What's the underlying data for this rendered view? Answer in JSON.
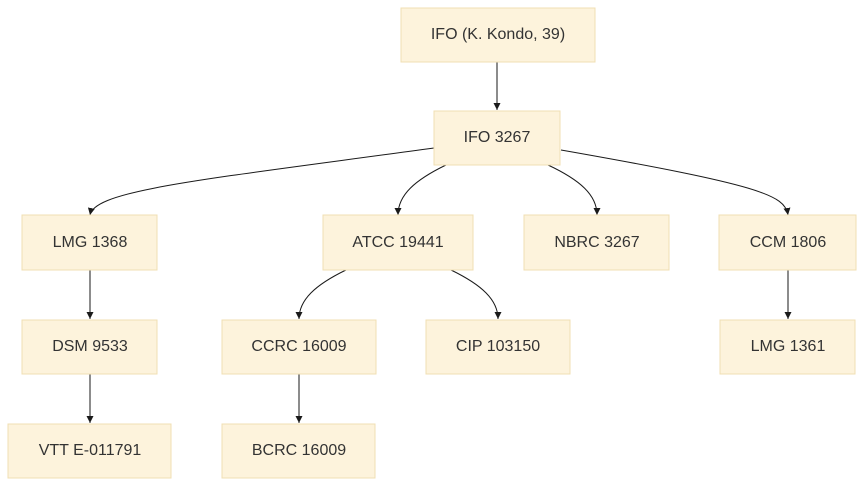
{
  "diagram": {
    "nodes": {
      "ifo_kondo": "IFO (K. Kondo, 39)",
      "ifo_3267": "IFO 3267",
      "lmg_1368": "LMG 1368",
      "atcc_19441": "ATCC 19441",
      "nbrc_3267": "NBRC 3267",
      "ccm_1806": "CCM 1806",
      "dsm_9533": "DSM 9533",
      "ccrc_16009": "CCRC 16009",
      "cip_103150": "CIP 103150",
      "lmg_1361": "LMG 1361",
      "vtt_e011791": "VTT E-011791",
      "bcrc_16009": "BCRC 16009"
    },
    "edges": [
      [
        "ifo_kondo",
        "ifo_3267"
      ],
      [
        "ifo_3267",
        "lmg_1368"
      ],
      [
        "ifo_3267",
        "atcc_19441"
      ],
      [
        "ifo_3267",
        "nbrc_3267"
      ],
      [
        "ifo_3267",
        "ccm_1806"
      ],
      [
        "lmg_1368",
        "dsm_9533"
      ],
      [
        "dsm_9533",
        "vtt_e011791"
      ],
      [
        "atcc_19441",
        "ccrc_16009"
      ],
      [
        "atcc_19441",
        "cip_103150"
      ],
      [
        "ccrc_16009",
        "bcrc_16009"
      ],
      [
        "ccm_1806",
        "lmg_1361"
      ]
    ]
  }
}
